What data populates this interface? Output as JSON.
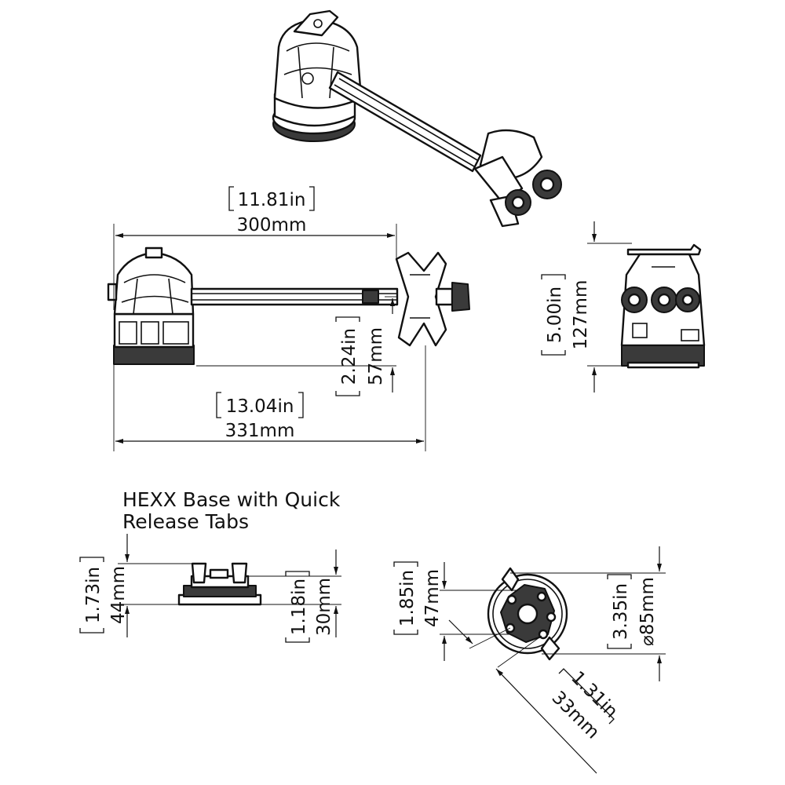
{
  "title": {
    "line1": "HEXX Base with Quick",
    "line2": "Release Tabs"
  },
  "dimensions": {
    "arm_length": {
      "imperial": "11.81in",
      "metric": "300mm"
    },
    "overall_length": {
      "imperial": "13.04in",
      "metric": "331mm"
    },
    "bar_height": {
      "imperial": "2.24in",
      "metric": "57mm"
    },
    "total_height": {
      "imperial": "5.00in",
      "metric": "127mm"
    },
    "base_height": {
      "imperial": "1.73in",
      "metric": "44mm"
    },
    "tab_height": {
      "imperial": "1.18in",
      "metric": "30mm"
    },
    "bolt_offset": {
      "imperial": "1.85in",
      "metric": "47mm"
    },
    "base_diameter": {
      "imperial": "3.35in",
      "metric": "⌀85mm"
    },
    "hole_spacing": {
      "imperial": "1.31in",
      "metric": "33mm"
    }
  },
  "colors": {
    "line": "#111111",
    "background": "#ffffff"
  }
}
